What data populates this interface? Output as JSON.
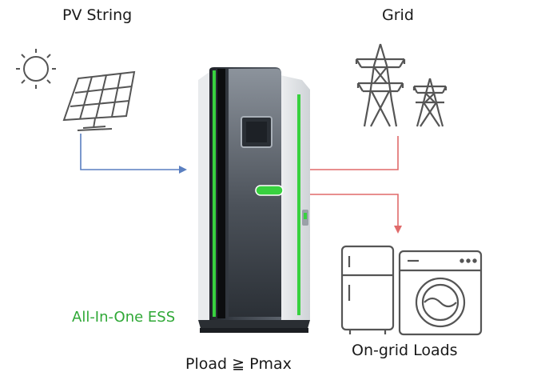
{
  "labels": {
    "pv_string": "PV String",
    "grid": "Grid",
    "ess": "All-In-One ESS",
    "loads": "On-grid Loads",
    "condition": "Pload ≧ Pmax"
  },
  "icons": {
    "pv": "solar-panel-with-sun-icon",
    "grid": "transmission-tower-icon",
    "ess": "all-in-one-ess-cabinet",
    "fridge": "refrigerator-icon",
    "washer": "washing-machine-icon"
  },
  "colors": {
    "pv_flow": "#5a7fc0",
    "grid_flow": "#e06a6a",
    "ess_text": "#2fa836",
    "ess_accent": "#38d13f",
    "icon_stroke": "#555555"
  }
}
